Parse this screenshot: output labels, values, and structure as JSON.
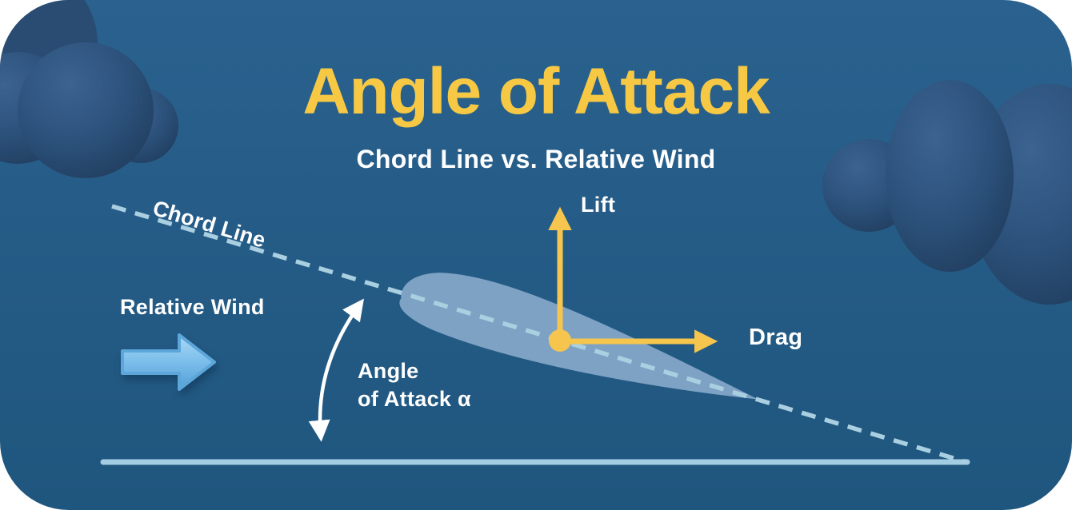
{
  "header": {
    "title": "Angle of Attack",
    "subtitle": "Chord Line vs. Relative Wind"
  },
  "labels": {
    "chord_line": "Chord Line",
    "relative_wind": "Relative Wind",
    "angle_of_attack": "Angle\nof Attack α",
    "lift": "Lift",
    "drag": "Drag"
  },
  "colors": {
    "card-bg-top": "#2A618E",
    "card-bg-bottom": "#1F567E",
    "title-yellow": "#F6C844",
    "force-arrow-yellow": "#F5C54E",
    "label-white": "#FFFFFF",
    "chord-line-blue": "#A9CFE1",
    "ground-line-blue": "#A3CDE2",
    "airfoil-fill": "#84A6C7",
    "cloud-dark-blue": "#2A4C73",
    "wind-arrow-light-blue": "#7FC0EC"
  }
}
